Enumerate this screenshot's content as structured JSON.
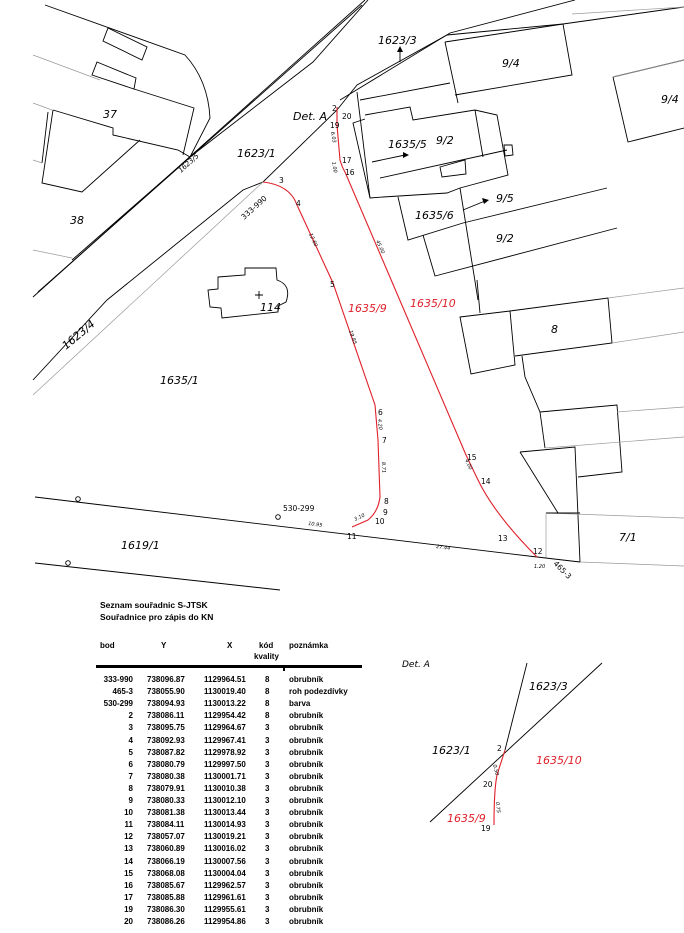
{
  "map": {
    "parcels": {
      "p1623_3": "1623/3",
      "p9_4a": "9/4",
      "p9_4b": "9/4",
      "p37": "37",
      "p38": "38",
      "det_a": "Det. A",
      "p1623_1": "1623/1",
      "p1623_5": "1623/5",
      "p1635_5": "1635/5",
      "p9_2a": "9/2",
      "p1635_6": "1635/6",
      "p9_5": "9/5",
      "p9_2b": "9/2",
      "p333_990": "333-990",
      "p114": "114",
      "p1635_9": "1635/9",
      "p1635_10": "1635/10",
      "p1623_4": "1623/4",
      "p8": "8",
      "p1635_1": "1635/1",
      "p530_299": "530-299",
      "p1619_1": "1619/1",
      "p7_1": "7/1",
      "p465_3": "465-3"
    },
    "points": {
      "2": "2",
      "3": "3",
      "4": "4",
      "5": "5",
      "6": "6",
      "7": "7",
      "8": "8",
      "9": "9",
      "10": "10",
      "11": "11",
      "12": "12",
      "13": "13",
      "14": "14",
      "15": "15",
      "16": "16",
      "17": "17",
      "19": "19",
      "20": "20"
    },
    "dimensions": {
      "d19_17": "6.03",
      "d17_16": "1.00",
      "d3_5": "12.60",
      "d16_15": "45.00",
      "d5_6": "19.85",
      "d6_7": "4.20",
      "d7_8": "8.71",
      "d10_11": "3.10",
      "d_fence_left": "10.95",
      "d_fence_right": "27.44",
      "d12": "1.20",
      "d15_14": "4.00"
    },
    "colors": {
      "proposed": "#e0202a",
      "existing": "#000000"
    }
  },
  "detail": {
    "title": "Det. A",
    "p1623_3": "1623/3",
    "p1623_1": "1623/1",
    "p1635_10": "1635/10",
    "p1635_9": "1635/9",
    "pt2": "2",
    "pt20": "20",
    "pt19": "19",
    "d2_20": "0.50",
    "d20_19": "0.75"
  },
  "coord_list": {
    "title": "Seznam souřadnic S-JTSK",
    "subtitle": "Souřadnice pro  zápis do KN",
    "headers": {
      "bod": "bod",
      "y": "Y",
      "x": "X",
      "kod": "kód",
      "kod2": "kvality",
      "poznamka": "poznámka"
    },
    "rows": [
      {
        "bod": "333-990",
        "y": "738096.87",
        "x": "1129964.51",
        "kod": "8",
        "poznamka": "obrubník"
      },
      {
        "bod": "465-3",
        "y": "738055.90",
        "x": "1130019.40",
        "kod": "8",
        "poznamka": "roh podezdívky"
      },
      {
        "bod": "530-299",
        "y": "738094.93",
        "x": "1130013.22",
        "kod": "8",
        "poznamka": "barva"
      },
      {
        "bod": "2",
        "y": "738086.11",
        "x": "1129954.42",
        "kod": "8",
        "poznamka": "obrubník"
      },
      {
        "bod": "3",
        "y": "738095.75",
        "x": "1129964.67",
        "kod": "3",
        "poznamka": "obrubník"
      },
      {
        "bod": "4",
        "y": "738092.93",
        "x": "1129967.41",
        "kod": "3",
        "poznamka": "obrubník"
      },
      {
        "bod": "5",
        "y": "738087.82",
        "x": "1129978.92",
        "kod": "3",
        "poznamka": "obrubník"
      },
      {
        "bod": "6",
        "y": "738080.79",
        "x": "1129997.50",
        "kod": "3",
        "poznamka": "obrubník"
      },
      {
        "bod": "7",
        "y": "738080.38",
        "x": "1130001.71",
        "kod": "3",
        "poznamka": "obrubník"
      },
      {
        "bod": "8",
        "y": "738079.91",
        "x": "1130010.38",
        "kod": "3",
        "poznamka": "obrubník"
      },
      {
        "bod": "9",
        "y": "738080.33",
        "x": "1130012.10",
        "kod": "3",
        "poznamka": "obrubník"
      },
      {
        "bod": "10",
        "y": "738081.38",
        "x": "1130013.44",
        "kod": "3",
        "poznamka": "obrubník"
      },
      {
        "bod": "11",
        "y": "738084.11",
        "x": "1130014.93",
        "kod": "3",
        "poznamka": "obrubník"
      },
      {
        "bod": "12",
        "y": "738057.07",
        "x": "1130019.21",
        "kod": "3",
        "poznamka": "obrubník"
      },
      {
        "bod": "13",
        "y": "738060.89",
        "x": "1130016.02",
        "kod": "3",
        "poznamka": "obrubník"
      },
      {
        "bod": "14",
        "y": "738066.19",
        "x": "1130007.56",
        "kod": "3",
        "poznamka": "obrubník"
      },
      {
        "bod": "15",
        "y": "738068.08",
        "x": "1130004.04",
        "kod": "3",
        "poznamka": "obrubník"
      },
      {
        "bod": "16",
        "y": "738085.67",
        "x": "1129962.57",
        "kod": "3",
        "poznamka": "obrubník"
      },
      {
        "bod": "17",
        "y": "738085.88",
        "x": "1129961.61",
        "kod": "3",
        "poznamka": "obrubník"
      },
      {
        "bod": "19",
        "y": "738086.30",
        "x": "1129955.61",
        "kod": "3",
        "poznamka": "obrubník"
      },
      {
        "bod": "20",
        "y": "738086.26",
        "x": "1129954.86",
        "kod": "3",
        "poznamka": "obrubník"
      }
    ]
  }
}
